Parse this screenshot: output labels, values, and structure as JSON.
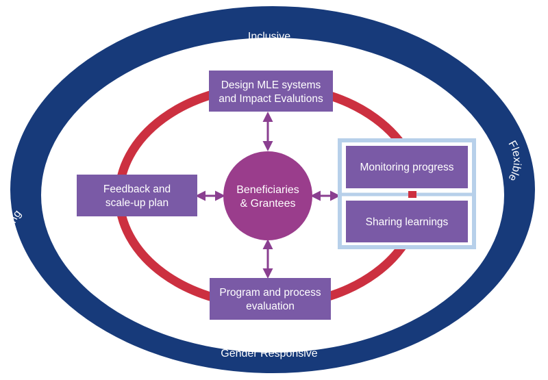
{
  "outer_ring": {
    "top_label": "Inclusive",
    "right_label": "Flexible",
    "bottom_label": "Gender Responsive",
    "left_label": "Learning"
  },
  "center": {
    "line1": "Beneficiaries",
    "line2": "& Grantees"
  },
  "boxes": {
    "top": {
      "line1": "Design MLE systems",
      "line2": "and Impact Evalutions"
    },
    "left": {
      "line1": "Feedback and",
      "line2": "scale-up plan"
    },
    "bottom": {
      "line1": "Program and process",
      "line2": "evaluation"
    },
    "right_upper": {
      "line1": "Monitoring progress"
    },
    "right_lower": {
      "line1": "Sharing learnings"
    }
  },
  "colors": {
    "ring_navy": "#173a7a",
    "cycle_red": "#cc3040",
    "box_purple": "#7a5aa6",
    "center_magenta": "#9a3d8c",
    "arrow_purple": "#8a3f90",
    "highlight_blue": "#b7d0ea"
  }
}
